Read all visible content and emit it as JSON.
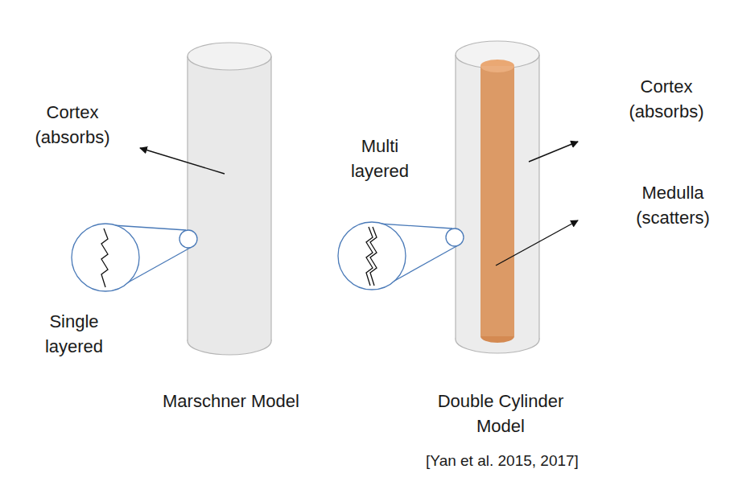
{
  "diagram": {
    "labels": [
      "Cortex (absorbs)",
      "Single layered",
      "Marschner Model",
      "Multi layered",
      "Cortex (absorbs)",
      "Medulla (scatters)",
      "Double Cylinder Model",
      "[Yan et al. 2015, 2017]"
    ]
  }
}
